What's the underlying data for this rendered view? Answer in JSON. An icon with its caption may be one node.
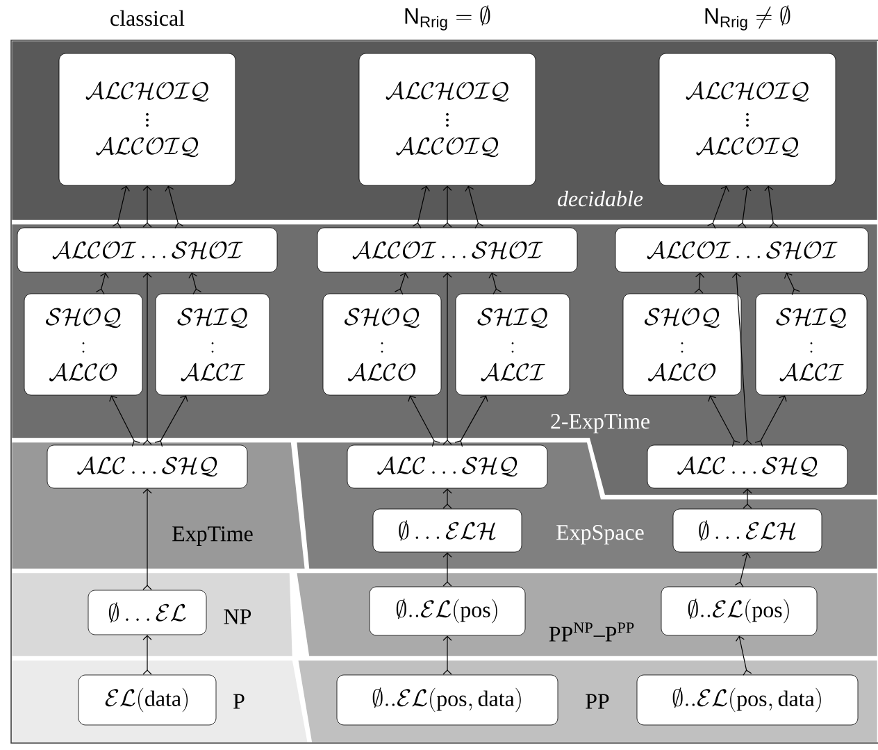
{
  "diagram": {
    "nodes": [
      {
        "text": [
          "\\mathcal{ALCHOIQ}",
          "\\vdots",
          "\\mathcal{ALCOIQ}"
        ]
      },
      {
        "text": [
          "\\mathcal{ALCHOIQ}",
          "\\vdots",
          "\\mathcal{ALCOIQ}"
        ]
      },
      {
        "text": [
          "\\mathcal{ALCHOIQ}",
          "\\vdots",
          "\\mathcal{ALCOIQ}"
        ]
      },
      {
        "text": [
          "\\mathcal{ALCOI}\\ldots\\mathcal{SHOI}"
        ]
      },
      {
        "text": [
          "\\mathcal{ALCOI}\\ldots\\mathcal{SHOI}"
        ]
      },
      {
        "text": [
          "\\mathcal{ALCOI}\\ldots\\mathcal{SHOI}"
        ]
      },
      {
        "text": [
          "\\mathcal{SHOQ}",
          ":",
          "\\mathcal{ALCO}"
        ]
      },
      {
        "text": [
          "\\mathcal{SHIQ}",
          ":",
          "\\mathcal{ALCI}"
        ]
      },
      {
        "text": [
          "\\mathcal{SHOQ}",
          ":",
          "\\mathcal{ALCO}"
        ]
      },
      {
        "text": [
          "\\mathcal{SHIQ}",
          ":",
          "\\mathcal{ALCI}"
        ]
      },
      {
        "text": [
          "\\mathcal{SHOQ}",
          ":",
          "\\mathcal{ALCO}"
        ]
      },
      {
        "text": [
          "\\mathcal{SHIQ}",
          ":",
          "\\mathcal{ALCI}"
        ]
      },
      {
        "text": [
          "\\mathcal{ALC}\\ldots\\mathcal{SHQ}"
        ]
      },
      {
        "text": [
          "\\mathcal{ALC}\\ldots\\mathcal{SHQ}"
        ]
      },
      {
        "text": [
          "\\mathcal{ALC}\\ldots\\mathcal{SHQ}"
        ]
      },
      {
        "text": [
          "\\emptyset\\ldots\\mathcal{ELH}"
        ]
      },
      {
        "text": [
          "\\emptyset\\ldots\\mathcal{ELH}"
        ]
      },
      {
        "text": [
          "\\emptyset\\ldots\\mathcal{EL}"
        ]
      },
      {
        "text": [
          "\\emptyset..\\mathcal{EL}(\\mathrm{pos})"
        ]
      },
      {
        "text": [
          "\\emptyset..\\mathcal{EL}(\\mathrm{pos})"
        ]
      },
      {
        "text": [
          "\\mathcal{EL}(\\mathrm{data})"
        ]
      },
      {
        "text": [
          "\\emptyset..\\mathcal{EL}(\\mathrm{pos,data})"
        ]
      },
      {
        "text": [
          "\\emptyset..\\mathcal{EL}(\\mathrm{pos,data})"
        ]
      }
    ],
    "edges": [
      {
        "from": 3,
        "to": 0,
        "arrow": "to"
      },
      {
        "from": 3,
        "to": 0,
        "arrow": "to"
      },
      {
        "from": 3,
        "to": 0,
        "arrow": "to"
      },
      {
        "from": 6,
        "to": 3,
        "arrow": "to"
      },
      {
        "from": 7,
        "to": 3,
        "arrow": "to"
      },
      {
        "from": 12,
        "to": 6,
        "arrow": "to"
      },
      {
        "from": 12,
        "to": 3,
        "arrow": "to"
      },
      {
        "from": 12,
        "to": 7,
        "arrow": "to"
      },
      {
        "from": 17,
        "to": 12,
        "arrow": "to"
      },
      {
        "from": 20,
        "to": 17,
        "arrow": "to"
      },
      {
        "from": 4,
        "to": 1,
        "arrow": "to"
      },
      {
        "from": 4,
        "to": 1,
        "arrow": "to"
      },
      {
        "from": 4,
        "to": 1,
        "arrow": "to"
      },
      {
        "from": 8,
        "to": 4,
        "arrow": "to"
      },
      {
        "from": 9,
        "to": 4,
        "arrow": "to"
      },
      {
        "from": 13,
        "to": 8,
        "arrow": "to"
      },
      {
        "from": 13,
        "to": 4,
        "arrow": "to"
      },
      {
        "from": 13,
        "to": 9,
        "arrow": "to"
      },
      {
        "from": 15,
        "to": 13,
        "arrow": "to"
      },
      {
        "from": 18,
        "to": 15,
        "arrow": "to"
      },
      {
        "from": 21,
        "to": 18,
        "arrow": "to"
      },
      {
        "from": 5,
        "to": 2,
        "arrow": "to"
      },
      {
        "from": 5,
        "to": 2,
        "arrow": "to"
      },
      {
        "from": 5,
        "to": 2,
        "arrow": "to"
      },
      {
        "from": 10,
        "to": 5,
        "arrow": "to"
      },
      {
        "from": 11,
        "to": 5,
        "arrow": "to"
      },
      {
        "from": 14,
        "to": 10,
        "arrow": "to"
      },
      {
        "from": 14,
        "to": 5,
        "arrow": "to"
      },
      {
        "from": 14,
        "to": 11,
        "arrow": "to"
      },
      {
        "from": 16,
        "to": 14,
        "arrow": "to"
      },
      {
        "from": 19,
        "to": 16,
        "arrow": "to"
      },
      {
        "from": 22,
        "to": 19,
        "arrow": "to"
      }
    ],
    "labels": [
      "classical",
      "\\mathsf{N}_{\\mathsf{Rrig}} = \\emptyset",
      "\\mathsf{N}_{\\mathsf{Rrig}} \\neq \\emptyset",
      "decidable",
      "2-ExpTime",
      "ExpTime",
      "ExpSpace",
      "NP",
      "PP$^{NP}$–P$^{PP}$",
      "P",
      "PP"
    ]
  }
}
